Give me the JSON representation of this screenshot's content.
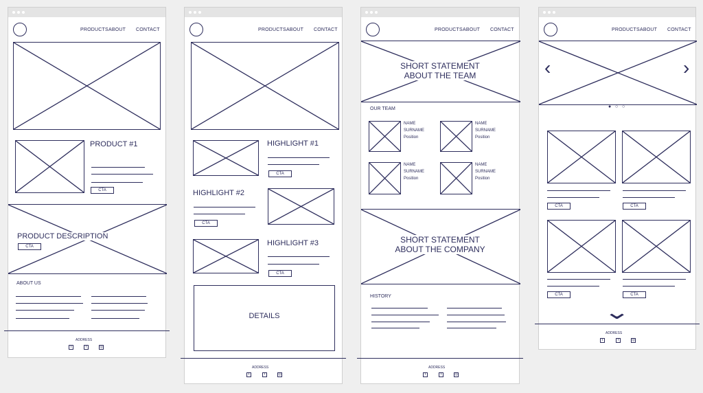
{
  "nav": {
    "products": "PRODUCTS",
    "about": "ABOUT",
    "contact": "CONTACT"
  },
  "cta": "CTA",
  "footer": {
    "address": "ADDRESS",
    "icons": [
      "twitter-icon",
      "facebook-icon",
      "instagram-icon"
    ],
    "glyphs": [
      "t",
      "f",
      "◎"
    ]
  },
  "page1": {
    "product_title": "PRODUCT #1",
    "product_description": "PRODUCT DESCRIPTION",
    "about_us": "ABOUT US"
  },
  "page2": {
    "highlight1": "HIGHLIGHT #1",
    "highlight2": "HIGHLIGHT #2",
    "highlight3": "HIGHLIGHT #3",
    "details": "DETAILS"
  },
  "page3": {
    "team_statement_1": "SHORT STATEMENT",
    "team_statement_2": "ABOUT THE TEAM",
    "our_team": "OUR TEAM",
    "member": {
      "name": "NAME",
      "surname": "SURNAME",
      "position": "Position"
    },
    "company_statement_1": "SHORT STATEMENT",
    "company_statement_2": "ABOUT THE COMPANY",
    "history": "HISTORY"
  },
  "page4": {
    "prev": "‹",
    "next": "›",
    "dots": [
      "●",
      "○",
      "○"
    ],
    "more": "⌄"
  }
}
